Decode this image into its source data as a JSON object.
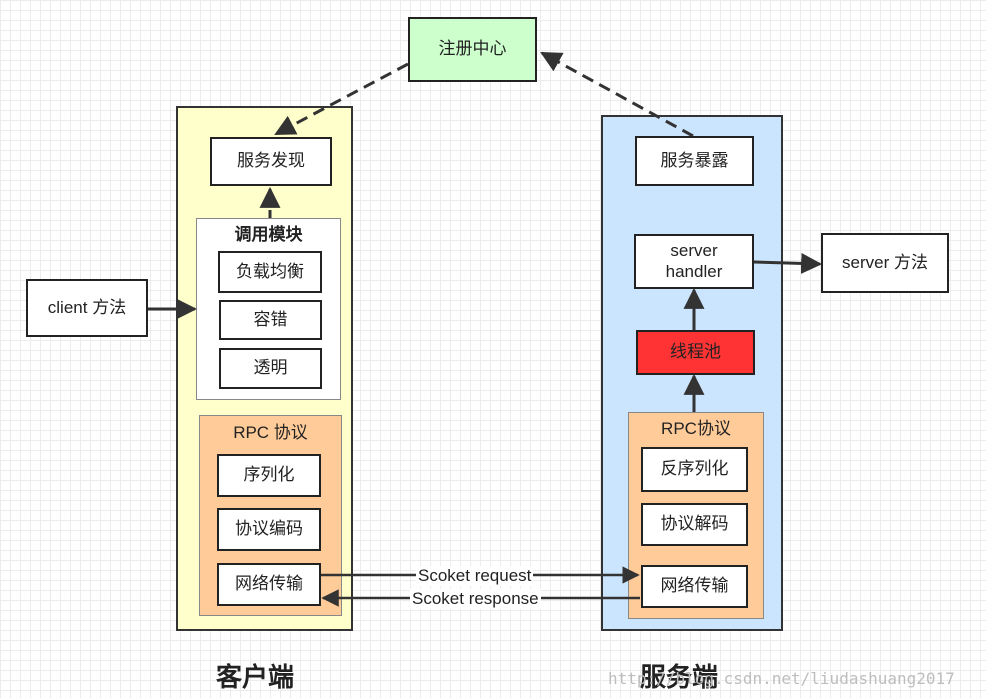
{
  "registry": "注册中心",
  "client": {
    "title": "客户端",
    "discovery": "服务发现",
    "invoke_module": {
      "title": "调用模块",
      "items": [
        "负载均衡",
        "容错",
        "透明"
      ]
    },
    "rpc": {
      "title": "RPC 协议",
      "items": [
        "序列化",
        "协议编码",
        "网络传输"
      ]
    },
    "method": "client 方法"
  },
  "server": {
    "title": "服务端",
    "exposure": "服务暴露",
    "handler": "server\nhandler",
    "thread_pool": "线程池",
    "rpc": {
      "title": "RPC协议",
      "items": [
        "反序列化",
        "协议解码",
        "网络传输"
      ]
    },
    "method": "server 方法"
  },
  "links": {
    "request": "Scoket request",
    "response": "Scoket response"
  },
  "watermark": "http://blog.csdn.net/liudashuang2017",
  "colors": {
    "registry": "#ccffcc",
    "client_panel": "#ffffcc",
    "server_panel": "#cce5ff",
    "rpc_block": "#ffcc99",
    "thread_pool": "#ff3333"
  }
}
